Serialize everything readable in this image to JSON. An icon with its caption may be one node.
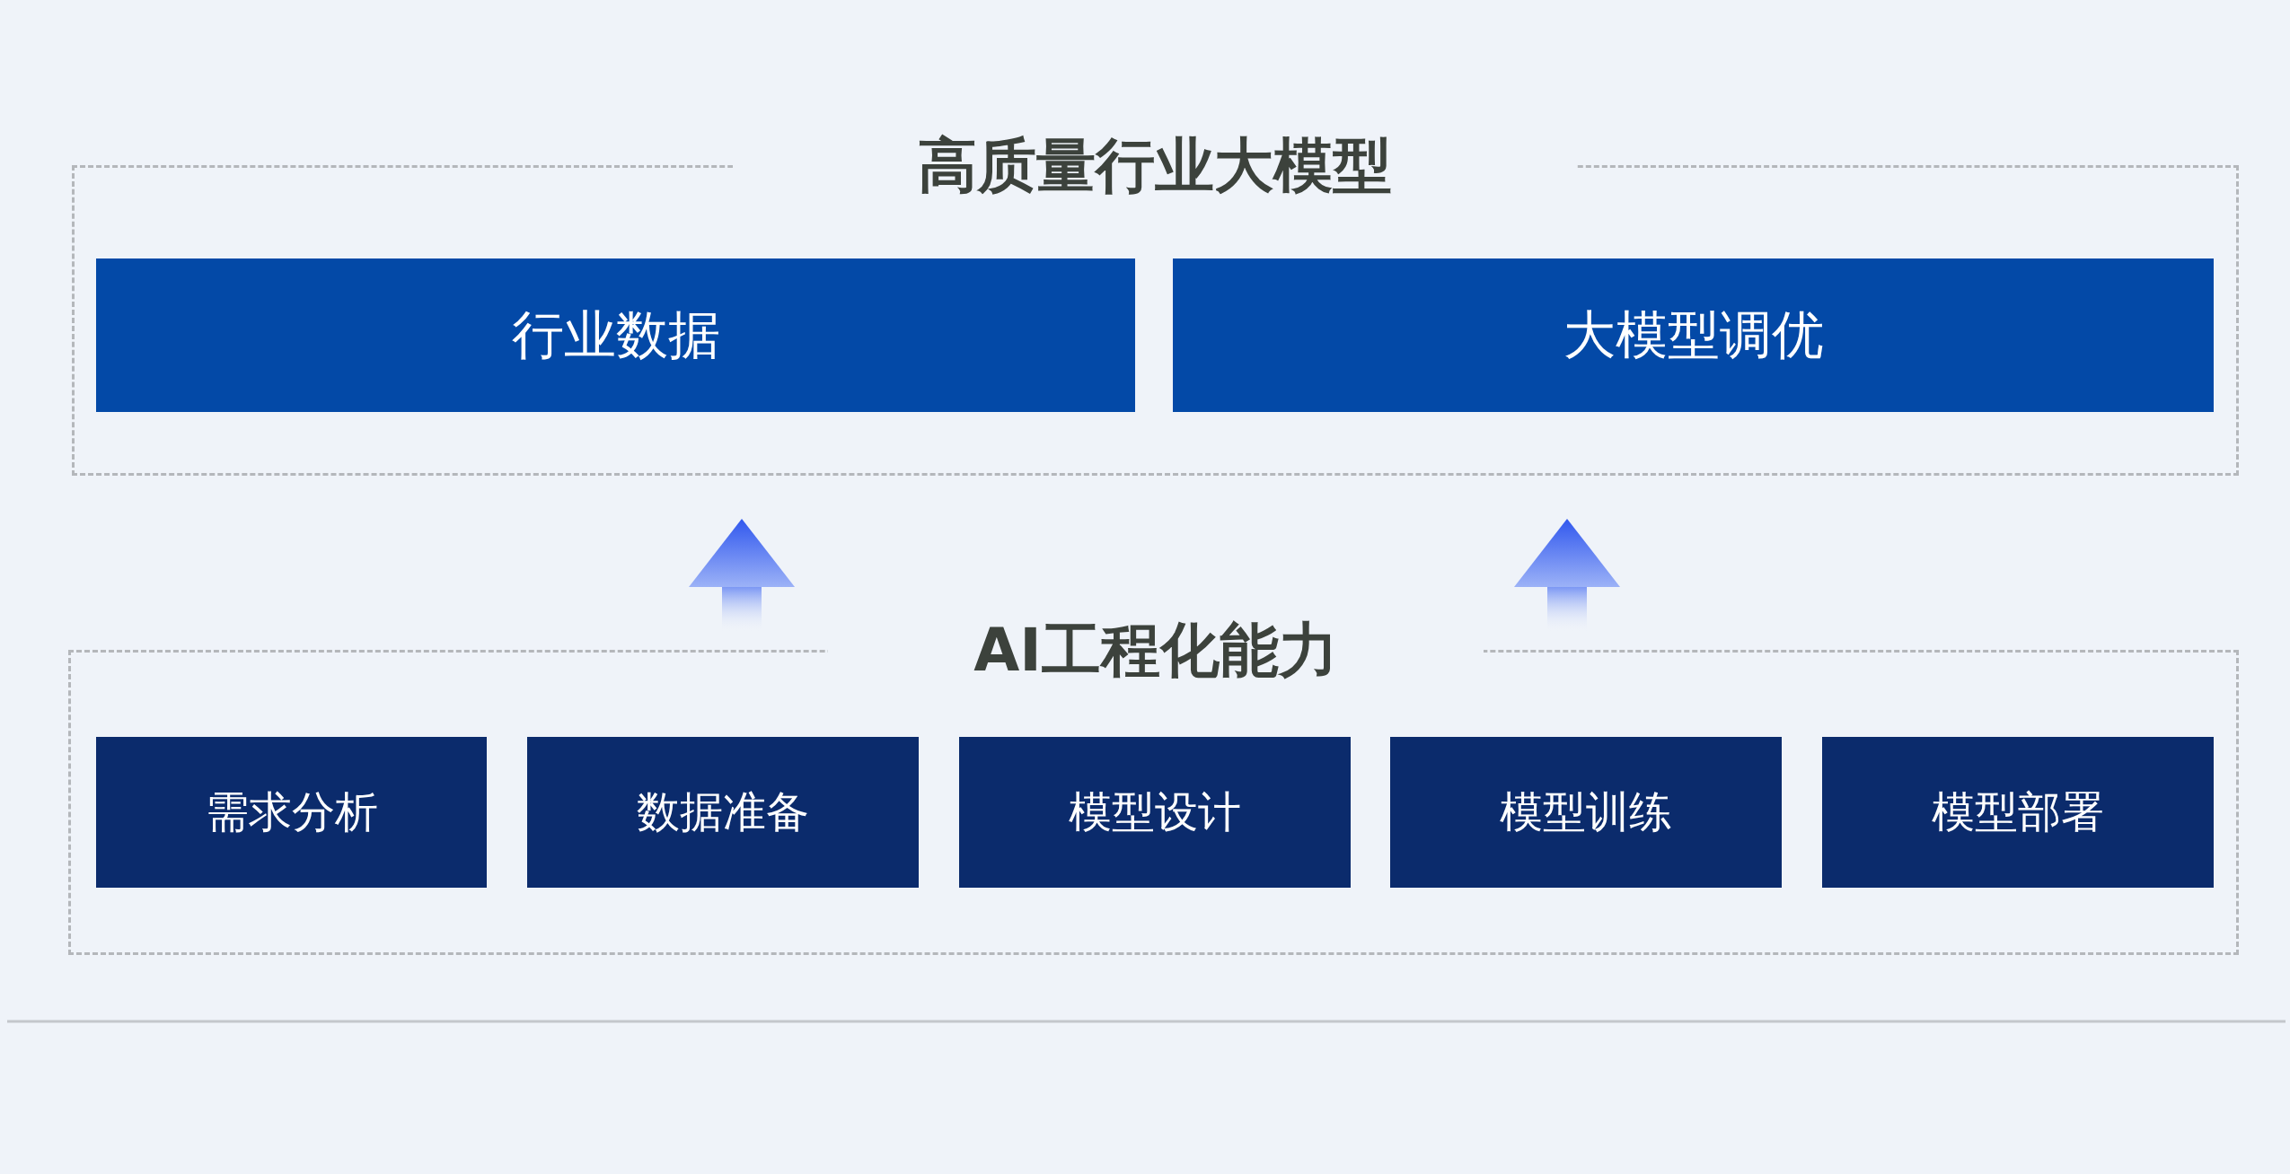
{
  "diagram": {
    "nodes": [
      {
        "text": [
          "高质量行业大模型"
        ]
      },
      {
        "text": [
          "行业数据"
        ],
        "in": 0
      },
      {
        "text": [
          "大模型调优"
        ],
        "in": 0
      },
      {
        "text": [
          "AI工程化能力"
        ]
      },
      {
        "text": [
          "需求分析"
        ],
        "in": 3
      },
      {
        "text": [
          "数据准备"
        ],
        "in": 3
      },
      {
        "text": [
          "模型设计"
        ],
        "in": 3
      },
      {
        "text": [
          "模型训练"
        ],
        "in": 3
      },
      {
        "text": [
          "模型部署"
        ],
        "in": 3
      }
    ],
    "edges": [
      {
        "from": 3,
        "to": 0,
        "arrow": "to"
      },
      {
        "from": 3,
        "to": 0,
        "arrow": "to"
      }
    ]
  }
}
